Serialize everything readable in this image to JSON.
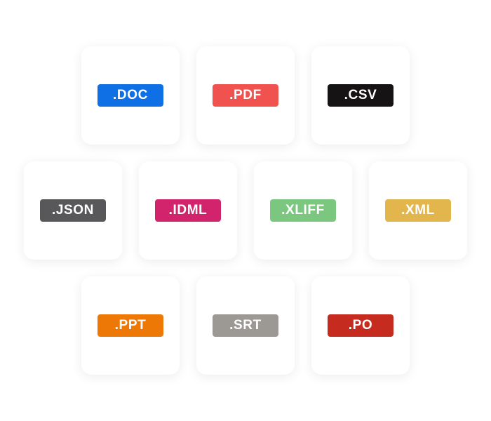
{
  "page": {
    "background": "#ffffff",
    "badge_text_color": "#ffffff"
  },
  "grid": {
    "rows": [
      {
        "cards": [
          {
            "label": ".DOC",
            "color": "#0f70e6"
          },
          {
            "label": ".PDF",
            "color": "#f0534f"
          },
          {
            "label": ".CSV",
            "color": "#151313"
          }
        ]
      },
      {
        "cards": [
          {
            "label": ".JSON",
            "color": "#58585a"
          },
          {
            "label": ".IDML",
            "color": "#d2246c"
          },
          {
            "label": ".XLIFF",
            "color": "#7bc77f"
          },
          {
            "label": ".XML",
            "color": "#e2b54d"
          }
        ]
      },
      {
        "cards": [
          {
            "label": ".PPT",
            "color": "#ee7806"
          },
          {
            "label": ".SRT",
            "color": "#9c9894"
          },
          {
            "label": ".PO",
            "color": "#c52b1e"
          }
        ]
      }
    ]
  }
}
